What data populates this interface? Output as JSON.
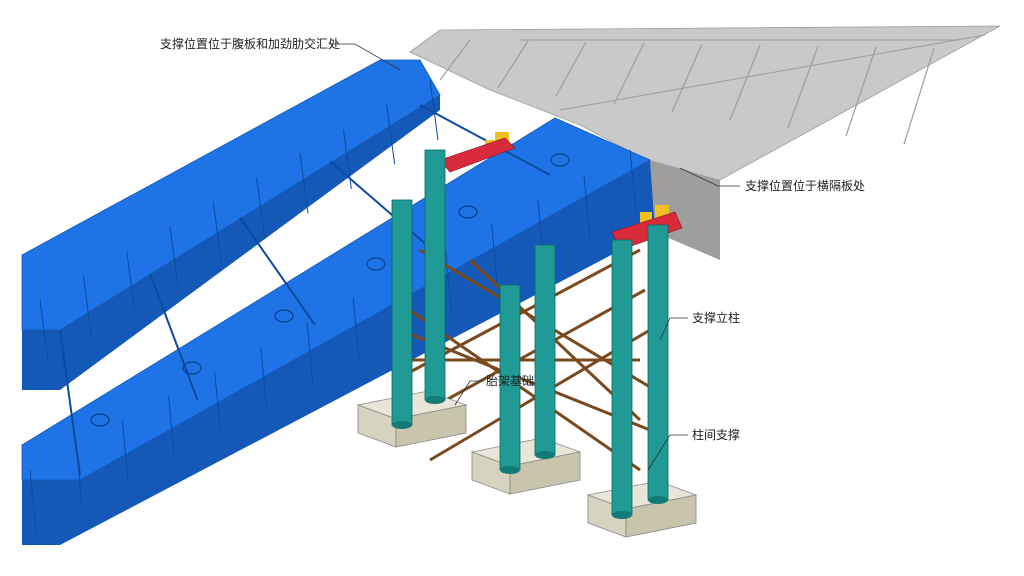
{
  "colors": {
    "girder_blue": "#1e74e6",
    "girder_blue_dark": "#1459b8",
    "girder_grey": "#c9c9c9",
    "girder_grey_dark": "#9e9e9e",
    "column_teal": "#1f9a94",
    "footing_beige": "#e8e6d6",
    "bracing_brown": "#7a4a1e",
    "cap_red": "#d82a3a",
    "bearing_yellow": "#f0c020"
  },
  "labels": {
    "web_stiffener_support": "支撑位置位于腹板和加劲肋交汇处",
    "diaphragm_support": "支撑位置位于横隔板处",
    "support_column": "支撑立柱",
    "inter_column_bracing": "柱间支撑",
    "foundation": "胎架基础"
  }
}
